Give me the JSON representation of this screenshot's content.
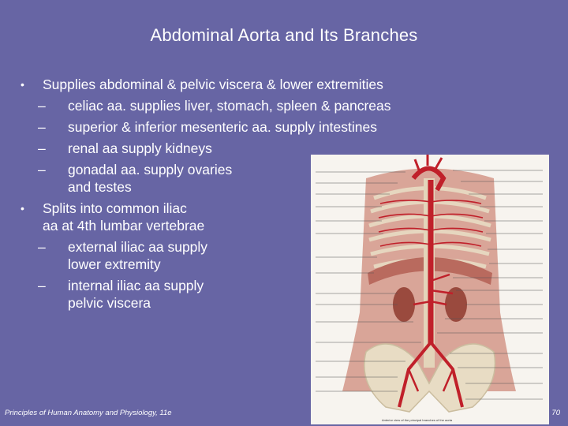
{
  "slide": {
    "title": "Abdominal Aorta and Its Branches",
    "bullets": [
      {
        "text": "Supplies abdominal & pelvic viscera & lower extremities",
        "subs": [
          "celiac aa. supplies liver, stomach, spleen & pancreas",
          "superior & inferior mesenteric aa. supply intestines",
          "renal aa supply kidneys",
          [
            "gonadal aa. supply ovaries",
            "and testes"
          ]
        ]
      },
      {
        "text": [
          "Splits into common iliac",
          "aa at 4th lumbar vertebrae"
        ],
        "subs": [
          [
            "external iliac aa supply",
            "lower extremity"
          ],
          [
            "internal iliac aa supply",
            "pelvic viscera"
          ]
        ]
      }
    ],
    "footer_left": "Principles of Human Anatomy and Physiology, 11e",
    "page_number": "70"
  },
  "figure": {
    "caption": "Anterior view of the principal branches of the aorta",
    "colors": {
      "background": "#f7f4ef",
      "artery": "#c0202a",
      "tissue": "#c98a7e",
      "bone": "#e8dcc4"
    }
  }
}
